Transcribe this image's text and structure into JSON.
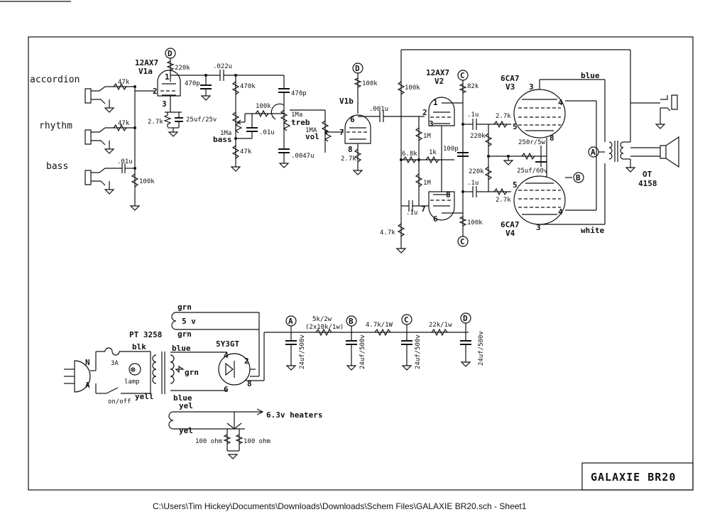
{
  "labels": {
    "title_block": "GALAXIE BR20",
    "footer_path": "C:\\Users\\Tim Hickey\\Documents\\Downloads\\Downloads\\Schem Files\\GALAXIE BR20.sch  -  Sheet1",
    "inputs": {
      "accordion": "accordion",
      "rhythm": "rhythm",
      "bass": "bass"
    },
    "tubes": {
      "v1_type": "12AX7",
      "v1a": "V1a",
      "v1b": "V1b",
      "v2_type": "12AX7",
      "v2": "V2",
      "v3_type": "6CA7",
      "v3": "V3",
      "v4_type": "6CA7",
      "v4": "V4",
      "rect": "5Y3GT"
    },
    "controls": {
      "bass": "bass",
      "treb": "treb",
      "vol": "vol",
      "bass_pot": "1Ma",
      "treb_pot": "1Ma",
      "vol_pot": "1MA"
    },
    "nodes": {
      "a": "A",
      "b": "B",
      "c": "C",
      "d": "D"
    },
    "pins": [
      "1",
      "2",
      "3",
      "6",
      "7",
      "8",
      "2",
      "3",
      "1",
      "6",
      "7",
      "8",
      "3",
      "4",
      "5",
      "8",
      "5",
      "4",
      "3",
      "4",
      "2",
      "6",
      "8"
    ],
    "resistors": {
      "r47k_1": "47k",
      "r47k_2": "47k",
      "r100k_bass": "100k",
      "r220k": "220k",
      "r2_7k_a": "2.7k",
      "r470k": "470k",
      "r100k_tone": "100k",
      "r47k_bass": "47k",
      "r100k_v1b": "100k",
      "r2_7k_b": "2.7k",
      "r100k_v2": "100k",
      "r4_7k": "4.7k",
      "r1M_a": "1M",
      "r6_8k": "6.8k",
      "r1k": "1k",
      "r1M_b": "1M",
      "r82k": "82k",
      "r100k_v2b": "100k",
      "r220k_a": "220k",
      "r220k_b": "220k",
      "r2_7k_c": "2.7k",
      "r2_7k_d": "2.7k",
      "r250": "250r/5w",
      "r5k": "5k/2w",
      "r5k_note": "(2x10k/1w)",
      "r4_7k1w": "4.7k/1W",
      "r22k": "22k/1w",
      "r100ohm_a": "100 ohm",
      "r100ohm_b": "100 ohm"
    },
    "caps": {
      "c01u_bass": ".01u",
      "c470p_a": "470p",
      "c25uf25": "25uf/25v",
      "c022u": ".022u",
      "c470p_b": "470p",
      "c01u_tone": ".01u",
      "c0047u": ".0047u",
      "c001u": ".001u",
      "c100p": "100p",
      "c1u_a": ".1u",
      "c1u_b": ".1u",
      "c1u_c": ".1u",
      "c25uf60": "25uf/60v",
      "c24uf_a": "24uf/500v",
      "c24uf_b": "24uf/500v",
      "c24uf_c": "24uf/500v",
      "c24uf_d": "24uf/500v"
    },
    "power": {
      "pt": "PT 3258",
      "fuse": "3A",
      "lamp": "lamp",
      "switch": "on/off",
      "n": "N",
      "a": "A",
      "blk": "blk",
      "yell": "yell",
      "blue_top": "blue",
      "blue_bot": "blue",
      "grn_mid": "grn",
      "grn_top": "grn",
      "grn_b": "grn",
      "five_v": "5 v",
      "yel_top": "yel",
      "yel_bot": "yel",
      "heaters": "6.3v heaters"
    },
    "output": {
      "blue": "blue",
      "white": "white",
      "ot": "OT",
      "ot_num": "4158"
    }
  }
}
